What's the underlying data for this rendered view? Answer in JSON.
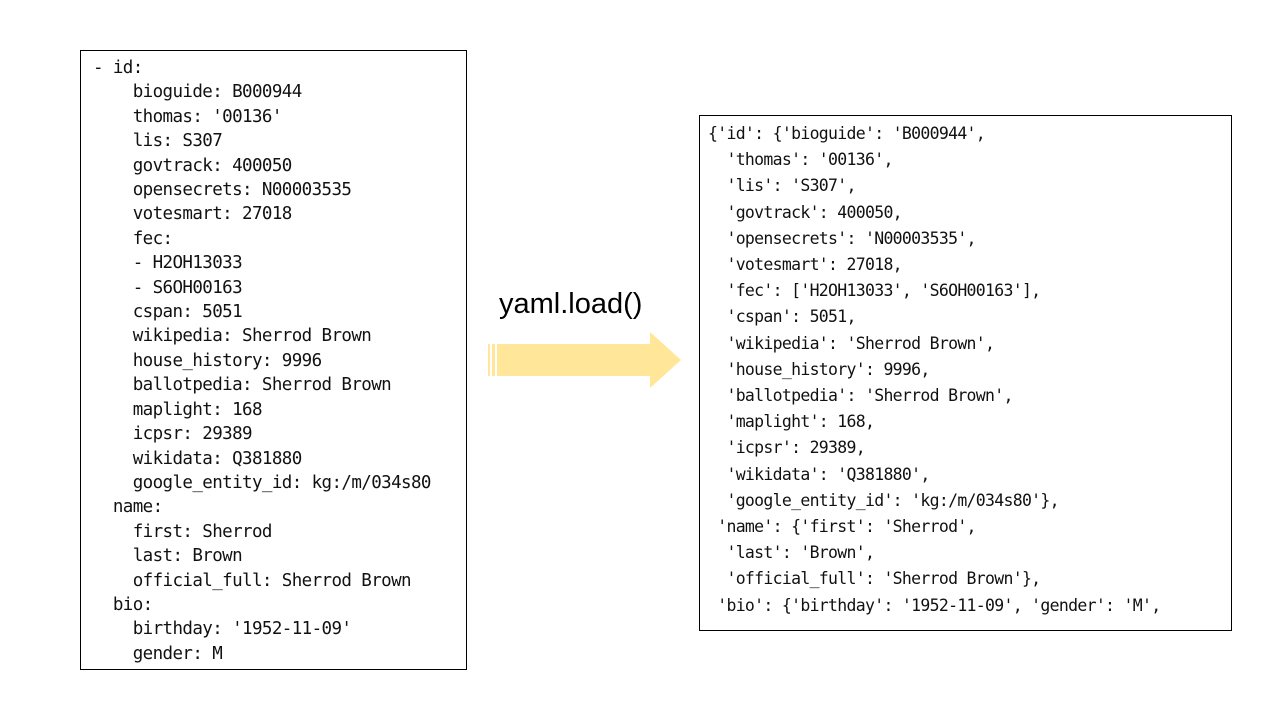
{
  "yaml_source": {
    "lines": [
      "- id:",
      "    bioguide: B000944",
      "    thomas: '00136'",
      "    lis: S307",
      "    govtrack: 400050",
      "    opensecrets: N00003535",
      "    votesmart: 27018",
      "    fec:",
      "    - H2OH13033",
      "    - S6OH00163",
      "    cspan: 5051",
      "    wikipedia: Sherrod Brown",
      "    house_history: 9996",
      "    ballotpedia: Sherrod Brown",
      "    maplight: 168",
      "    icpsr: 29389",
      "    wikidata: Q381880",
      "    google_entity_id: kg:/m/034s80",
      "  name:",
      "    first: Sherrod",
      "    last: Brown",
      "    official_full: Sherrod Brown",
      "  bio:",
      "    birthday: '1952-11-09'",
      "    gender: M"
    ]
  },
  "operation": {
    "label": "yaml.load()",
    "arrow_color": "#ffe699"
  },
  "python_result": {
    "lines": [
      "{'id': {'bioguide': 'B000944',",
      "  'thomas': '00136',",
      "  'lis': 'S307',",
      "  'govtrack': 400050,",
      "  'opensecrets': 'N00003535',",
      "  'votesmart': 27018,",
      "  'fec': ['H2OH13033', 'S6OH00163'],",
      "  'cspan': 5051,",
      "  'wikipedia': 'Sherrod Brown',",
      "  'house_history': 9996,",
      "  'ballotpedia': 'Sherrod Brown',",
      "  'maplight': 168,",
      "  'icpsr': 29389,",
      "  'wikidata': 'Q381880',",
      "  'google_entity_id': 'kg:/m/034s80'},",
      " 'name': {'first': 'Sherrod',",
      "  'last': 'Brown',",
      "  'official_full': 'Sherrod Brown'},",
      " 'bio': {'birthday': '1952-11-09', 'gender': 'M',"
    ]
  }
}
